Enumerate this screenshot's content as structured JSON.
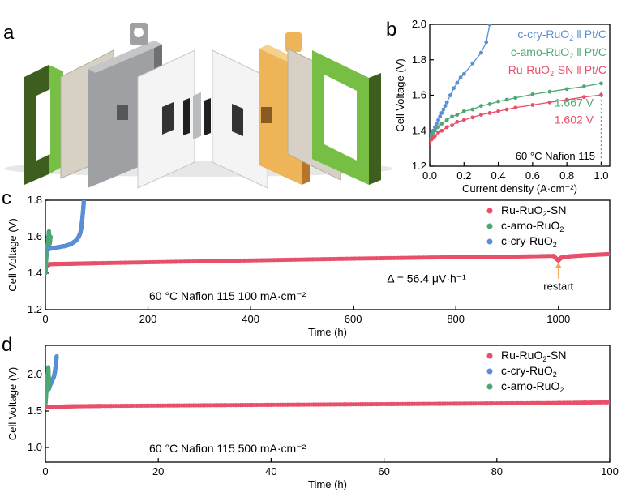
{
  "panels": {
    "a": {
      "letter": "a"
    },
    "b": {
      "letter": "b"
    },
    "c": {
      "letter": "c"
    },
    "d": {
      "letter": "d"
    }
  },
  "colors": {
    "red": "#e8506a",
    "green": "#4fa874",
    "blue": "#5a8fd6"
  },
  "icons": [
    "electrolyzer-exploded-view-icon",
    "arrow-up-icon"
  ],
  "chart_data": [
    {
      "id": "b",
      "type": "line",
      "xlabel": "Current density (A·cm⁻²)",
      "ylabel": "Cell Voltage (V)",
      "xlim": [
        0,
        1.05
      ],
      "ylim": [
        1.2,
        2.0
      ],
      "xticks": [
        0.0,
        0.2,
        0.4,
        0.6,
        0.8,
        1.0
      ],
      "xtick_labels": [
        "0.0",
        "0.2",
        "0.4",
        "0.6",
        "0.8",
        "1.0"
      ],
      "yticks": [
        1.2,
        1.4,
        1.6,
        1.8,
        2.0
      ],
      "ytick_labels": [
        "1.2",
        "1.4",
        "1.6",
        "1.8",
        "2.0"
      ],
      "legend_position": "top-right",
      "series": [
        {
          "name": "c-cry-RuO",
          "sub": "2",
          "suffix": " ‖ Pt/C",
          "color": "#5a8fd6",
          "x": [
            0.005,
            0.01,
            0.02,
            0.03,
            0.04,
            0.05,
            0.06,
            0.07,
            0.08,
            0.09,
            0.1,
            0.12,
            0.14,
            0.16,
            0.18,
            0.2,
            0.25,
            0.3,
            0.33,
            0.35
          ],
          "y": [
            1.36,
            1.38,
            1.4,
            1.42,
            1.44,
            1.46,
            1.48,
            1.5,
            1.52,
            1.54,
            1.56,
            1.6,
            1.64,
            1.67,
            1.7,
            1.72,
            1.78,
            1.84,
            1.9,
            2.0
          ]
        },
        {
          "name": "c-amo-RuO",
          "sub": "2",
          "suffix": " ‖ Pt/C",
          "color": "#4fa874",
          "x": [
            0.0,
            0.01,
            0.02,
            0.03,
            0.05,
            0.07,
            0.1,
            0.13,
            0.16,
            0.2,
            0.25,
            0.3,
            0.35,
            0.4,
            0.45,
            0.5,
            0.6,
            0.7,
            0.8,
            0.9,
            1.0
          ],
          "y": [
            1.35,
            1.37,
            1.39,
            1.4,
            1.42,
            1.44,
            1.46,
            1.48,
            1.49,
            1.51,
            1.52,
            1.54,
            1.55,
            1.565,
            1.575,
            1.585,
            1.605,
            1.62,
            1.635,
            1.65,
            1.667
          ]
        },
        {
          "name": "Ru-RuO",
          "sub": "2",
          "suffix": "-SN ‖ Pt/C",
          "color": "#e8506a",
          "x": [
            0.0,
            0.01,
            0.02,
            0.03,
            0.05,
            0.07,
            0.1,
            0.13,
            0.16,
            0.2,
            0.25,
            0.3,
            0.35,
            0.4,
            0.45,
            0.5,
            0.6,
            0.7,
            0.8,
            0.9,
            1.0
          ],
          "y": [
            1.33,
            1.35,
            1.36,
            1.37,
            1.39,
            1.4,
            1.42,
            1.43,
            1.45,
            1.46,
            1.475,
            1.49,
            1.5,
            1.51,
            1.52,
            1.53,
            1.545,
            1.56,
            1.575,
            1.59,
            1.602
          ]
        }
      ],
      "annotations": {
        "green_value": "1.667 V",
        "red_value": "1.602 V",
        "conditions": "60 °C  Nafion  115"
      }
    },
    {
      "id": "c",
      "type": "scatter",
      "xlabel": "Time (h)",
      "ylabel": "Cell Voltage (V)",
      "xlim": [
        0,
        1100
      ],
      "ylim": [
        1.2,
        1.8
      ],
      "xticks": [
        0,
        200,
        400,
        600,
        800,
        1000
      ],
      "xtick_labels": [
        "0",
        "200",
        "400",
        "600",
        "800",
        "1000"
      ],
      "yticks": [
        1.2,
        1.4,
        1.6,
        1.8
      ],
      "ytick_labels": [
        "1.2",
        "1.4",
        "1.6",
        "1.8"
      ],
      "legend_position": "top-right",
      "series": [
        {
          "name": "Ru-RuO",
          "sub": "2",
          "suffix": "-SN",
          "color": "#e8506a",
          "x": [
            0,
            2,
            5,
            10,
            50,
            100,
            200,
            300,
            400,
            500,
            600,
            700,
            800,
            900,
            990,
            1000,
            1005,
            1020,
            1050,
            1100
          ],
          "y": [
            1.43,
            1.44,
            1.445,
            1.45,
            1.452,
            1.455,
            1.46,
            1.465,
            1.47,
            1.475,
            1.48,
            1.484,
            1.488,
            1.49,
            1.495,
            1.47,
            1.485,
            1.492,
            1.498,
            1.505
          ]
        },
        {
          "name": "c-amo-RuO",
          "sub": "2",
          "suffix": "",
          "color": "#4fa874",
          "x": [
            0,
            1,
            2,
            3,
            4,
            5,
            6,
            7,
            8,
            9,
            10
          ],
          "y": [
            1.4,
            1.45,
            1.5,
            1.52,
            1.55,
            1.57,
            1.6,
            1.63,
            1.56,
            1.58,
            1.6
          ]
        },
        {
          "name": "c-cry-RuO",
          "sub": "2",
          "suffix": "",
          "color": "#5a8fd6",
          "x": [
            5,
            10,
            20,
            30,
            40,
            50,
            55,
            60,
            65,
            68,
            70,
            72,
            74,
            75
          ],
          "y": [
            1.53,
            1.535,
            1.54,
            1.545,
            1.55,
            1.56,
            1.57,
            1.58,
            1.6,
            1.62,
            1.65,
            1.7,
            1.76,
            1.8
          ]
        }
      ],
      "annotations": {
        "conditions": "60 °C  Nafion  115  100 mA·cm⁻²",
        "delta_text": "Δ = 56.4 μV·h⁻¹",
        "restart_text": "restart",
        "restart_x": 1000
      }
    },
    {
      "id": "d",
      "type": "scatter",
      "xlabel": "Time (h)",
      "ylabel": "Cell Voltage (V)",
      "xlim": [
        0,
        100
      ],
      "ylim": [
        0.8,
        2.4
      ],
      "xticks": [
        0,
        20,
        40,
        60,
        80,
        100
      ],
      "xtick_labels": [
        "0",
        "20",
        "40",
        "60",
        "80",
        "100"
      ],
      "yticks": [
        1.0,
        1.5,
        2.0
      ],
      "ytick_labels": [
        "1.0",
        "1.5",
        "2.0"
      ],
      "legend_position": "top-right",
      "series": [
        {
          "name": "Ru-RuO",
          "sub": "2",
          "suffix": "-SN",
          "color": "#e8506a",
          "x": [
            0,
            0.5,
            1,
            2,
            5,
            10,
            20,
            30,
            40,
            50,
            60,
            70,
            80,
            90,
            100
          ],
          "y": [
            1.55,
            1.555,
            1.56,
            1.56,
            1.565,
            1.57,
            1.575,
            1.58,
            1.585,
            1.59,
            1.595,
            1.6,
            1.605,
            1.61,
            1.62
          ]
        },
        {
          "name": "c-cry-RuO",
          "sub": "2",
          "suffix": "",
          "color": "#5a8fd6",
          "x": [
            0.6,
            0.8,
            1.0,
            1.2,
            1.4,
            1.6,
            1.7,
            1.8,
            1.9,
            2.0
          ],
          "y": [
            1.8,
            1.85,
            1.88,
            1.92,
            1.95,
            2.0,
            2.05,
            2.1,
            2.18,
            2.25
          ]
        },
        {
          "name": "c-amo-RuO",
          "sub": "2",
          "suffix": "",
          "color": "#4fa874",
          "x": [
            0,
            0.1,
            0.2,
            0.3,
            0.4,
            0.5,
            0.6,
            0.7
          ],
          "y": [
            1.6,
            1.7,
            1.8,
            1.9,
            2.0,
            2.1,
            1.95,
            1.85
          ]
        }
      ],
      "annotations": {
        "conditions": "60 °C  Nafion  115  500 mA·cm⁻²"
      }
    }
  ]
}
